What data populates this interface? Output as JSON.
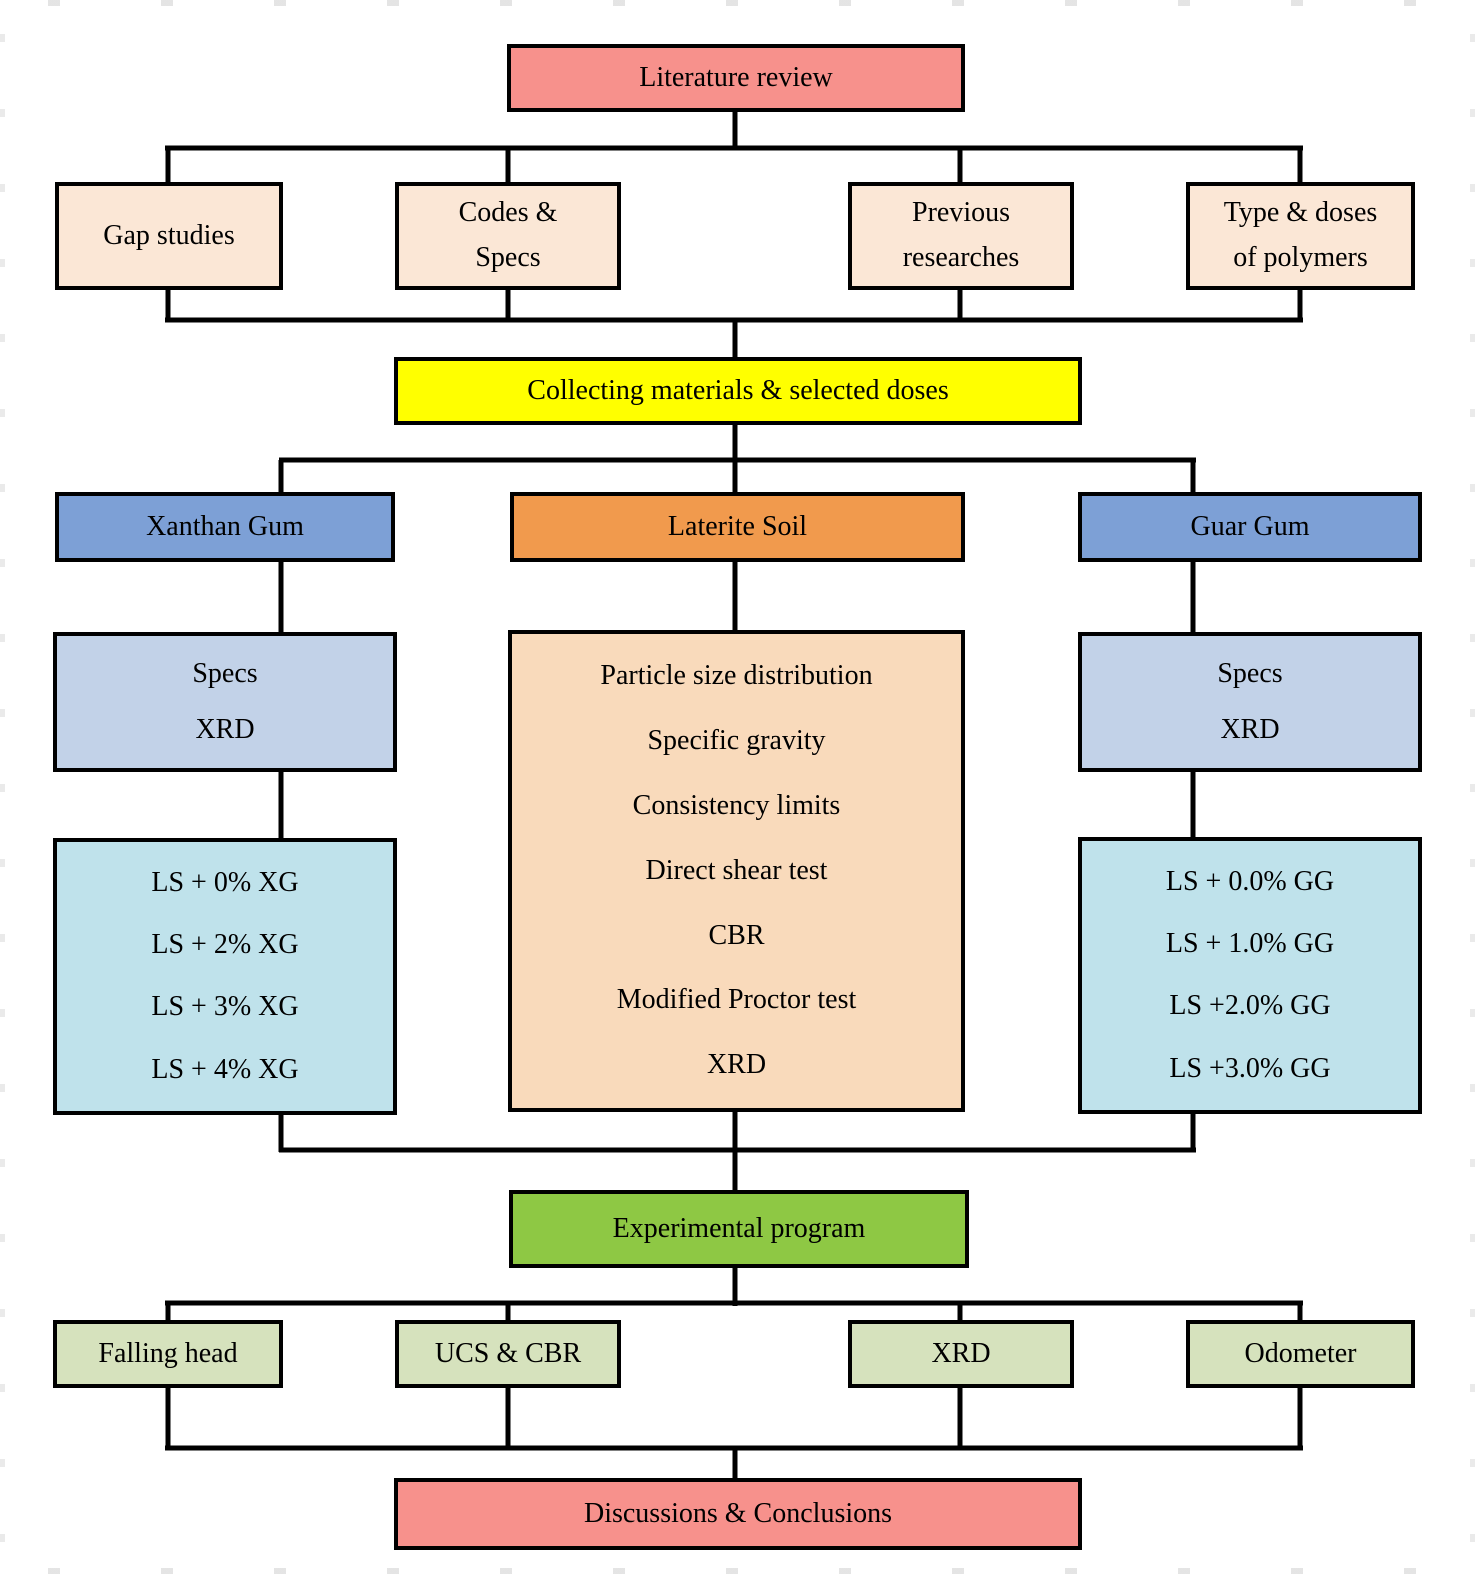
{
  "colors": {
    "salmon": "#F7918C",
    "peach_light": "#FBE7D6",
    "yellow": "#FFFF00",
    "blue": "#7DA0D6",
    "orange": "#F19A4D",
    "steel_blue": "#C2D2E8",
    "peach": "#F9DABB",
    "cyan": "#BFE2EB",
    "green": "#8EC844",
    "pale_green": "#D6E2BD",
    "line": "#000000"
  },
  "nodes": {
    "literature_review": {
      "label": "Literature review"
    },
    "gap_studies": {
      "label": "Gap studies"
    },
    "codes_specs": {
      "line1": "Codes &",
      "line2": "Specs"
    },
    "previous_researches": {
      "line1": "Previous",
      "line2": "researches"
    },
    "type_doses": {
      "line1": "Type & doses",
      "line2": "of polymers"
    },
    "collecting": {
      "label": "Collecting materials & selected doses"
    },
    "xanthan_gum": {
      "label": "Xanthan Gum"
    },
    "laterite_soil": {
      "label": "Laterite Soil"
    },
    "guar_gum": {
      "label": "Guar Gum"
    },
    "xg_specs": {
      "line1": "Specs",
      "line2": "XRD"
    },
    "gg_specs": {
      "line1": "Specs",
      "line2": "XRD"
    },
    "soil_tests": {
      "items": [
        "Particle size distribution",
        "Specific gravity",
        "Consistency limits",
        "Direct shear test",
        "CBR",
        "Modified Proctor test",
        "XRD"
      ]
    },
    "xg_mixes": {
      "items": [
        "LS + 0% XG",
        "LS + 2% XG",
        "LS + 3% XG",
        "LS + 4% XG"
      ]
    },
    "gg_mixes": {
      "items": [
        "LS + 0.0% GG",
        "LS + 1.0% GG",
        "LS +2.0% GG",
        "LS +3.0% GG"
      ]
    },
    "experimental_program": {
      "label": "Experimental program"
    },
    "falling_head": {
      "label": "Falling head"
    },
    "ucs_cbr": {
      "label": "UCS & CBR"
    },
    "xrd_test": {
      "label": "XRD"
    },
    "odometer": {
      "label": "Odometer"
    },
    "discussions_conclusions": {
      "label": "Discussions & Conclusions"
    }
  }
}
